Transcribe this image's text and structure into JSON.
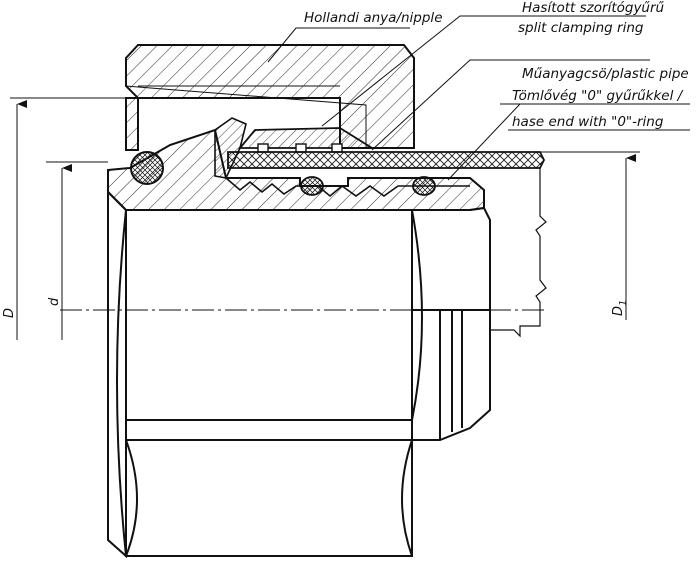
{
  "labels": {
    "nut": "Hollandi anya/nipple",
    "ring_line1": "Hasított szorítógyűrű",
    "ring_line2": "split clamping ring",
    "pipe": "Műanyagcsö/plastic pipe",
    "hose_line1": "Tömlővég \"0\" gyűrűkkel /",
    "hose_line2": "hase end with \"0\"-ring"
  },
  "dimensions": {
    "D": "D",
    "d": "d",
    "D1": "D",
    "D1_sub": "1"
  },
  "colors": {
    "line": "#111111",
    "background": "#ffffff"
  }
}
